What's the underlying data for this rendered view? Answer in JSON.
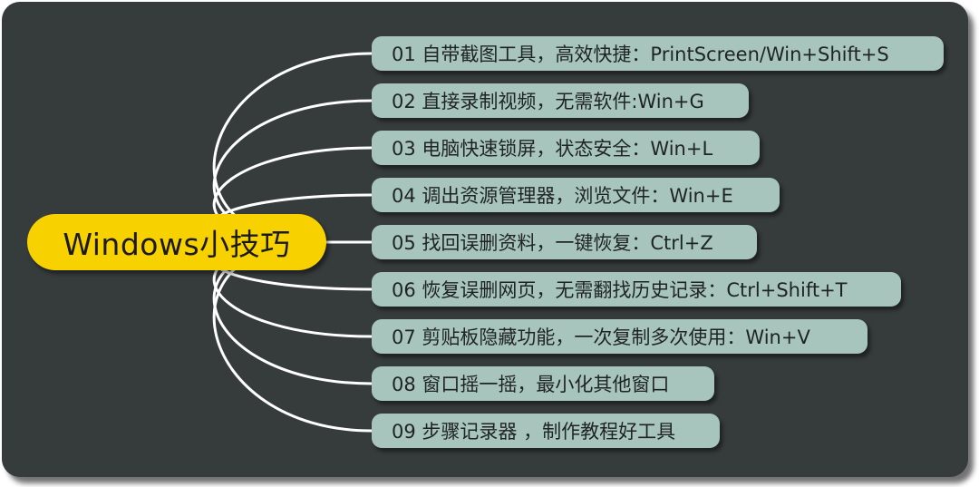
{
  "root": {
    "label": "Windows小技巧"
  },
  "colors": {
    "background": "#363b3c",
    "root": "#f8d100",
    "node": "#a7c5bd",
    "connector": "#ffffff"
  },
  "nodes": [
    {
      "label": "01 自带截图工具，高效快捷：PrintScreen/Win+Shift+S"
    },
    {
      "label": "02 直接录制视频，无需软件:Win+G"
    },
    {
      "label": "03 电脑快速锁屏，状态安全：Win+L"
    },
    {
      "label": "04 调出资源管理器，浏览文件：Win+E"
    },
    {
      "label": "05 找回误删资料，一键恢复：Ctrl+Z"
    },
    {
      "label": "06 恢复误删网页，无需翻找历史记录：Ctrl+Shift+T"
    },
    {
      "label": "07 剪贴板隐藏功能，一次复制多次使用：Win+V"
    },
    {
      "label": "08 窗口摇一摇，最小化其他窗口"
    },
    {
      "label": "09 步骤记录器 ，制作教程好工具"
    }
  ]
}
